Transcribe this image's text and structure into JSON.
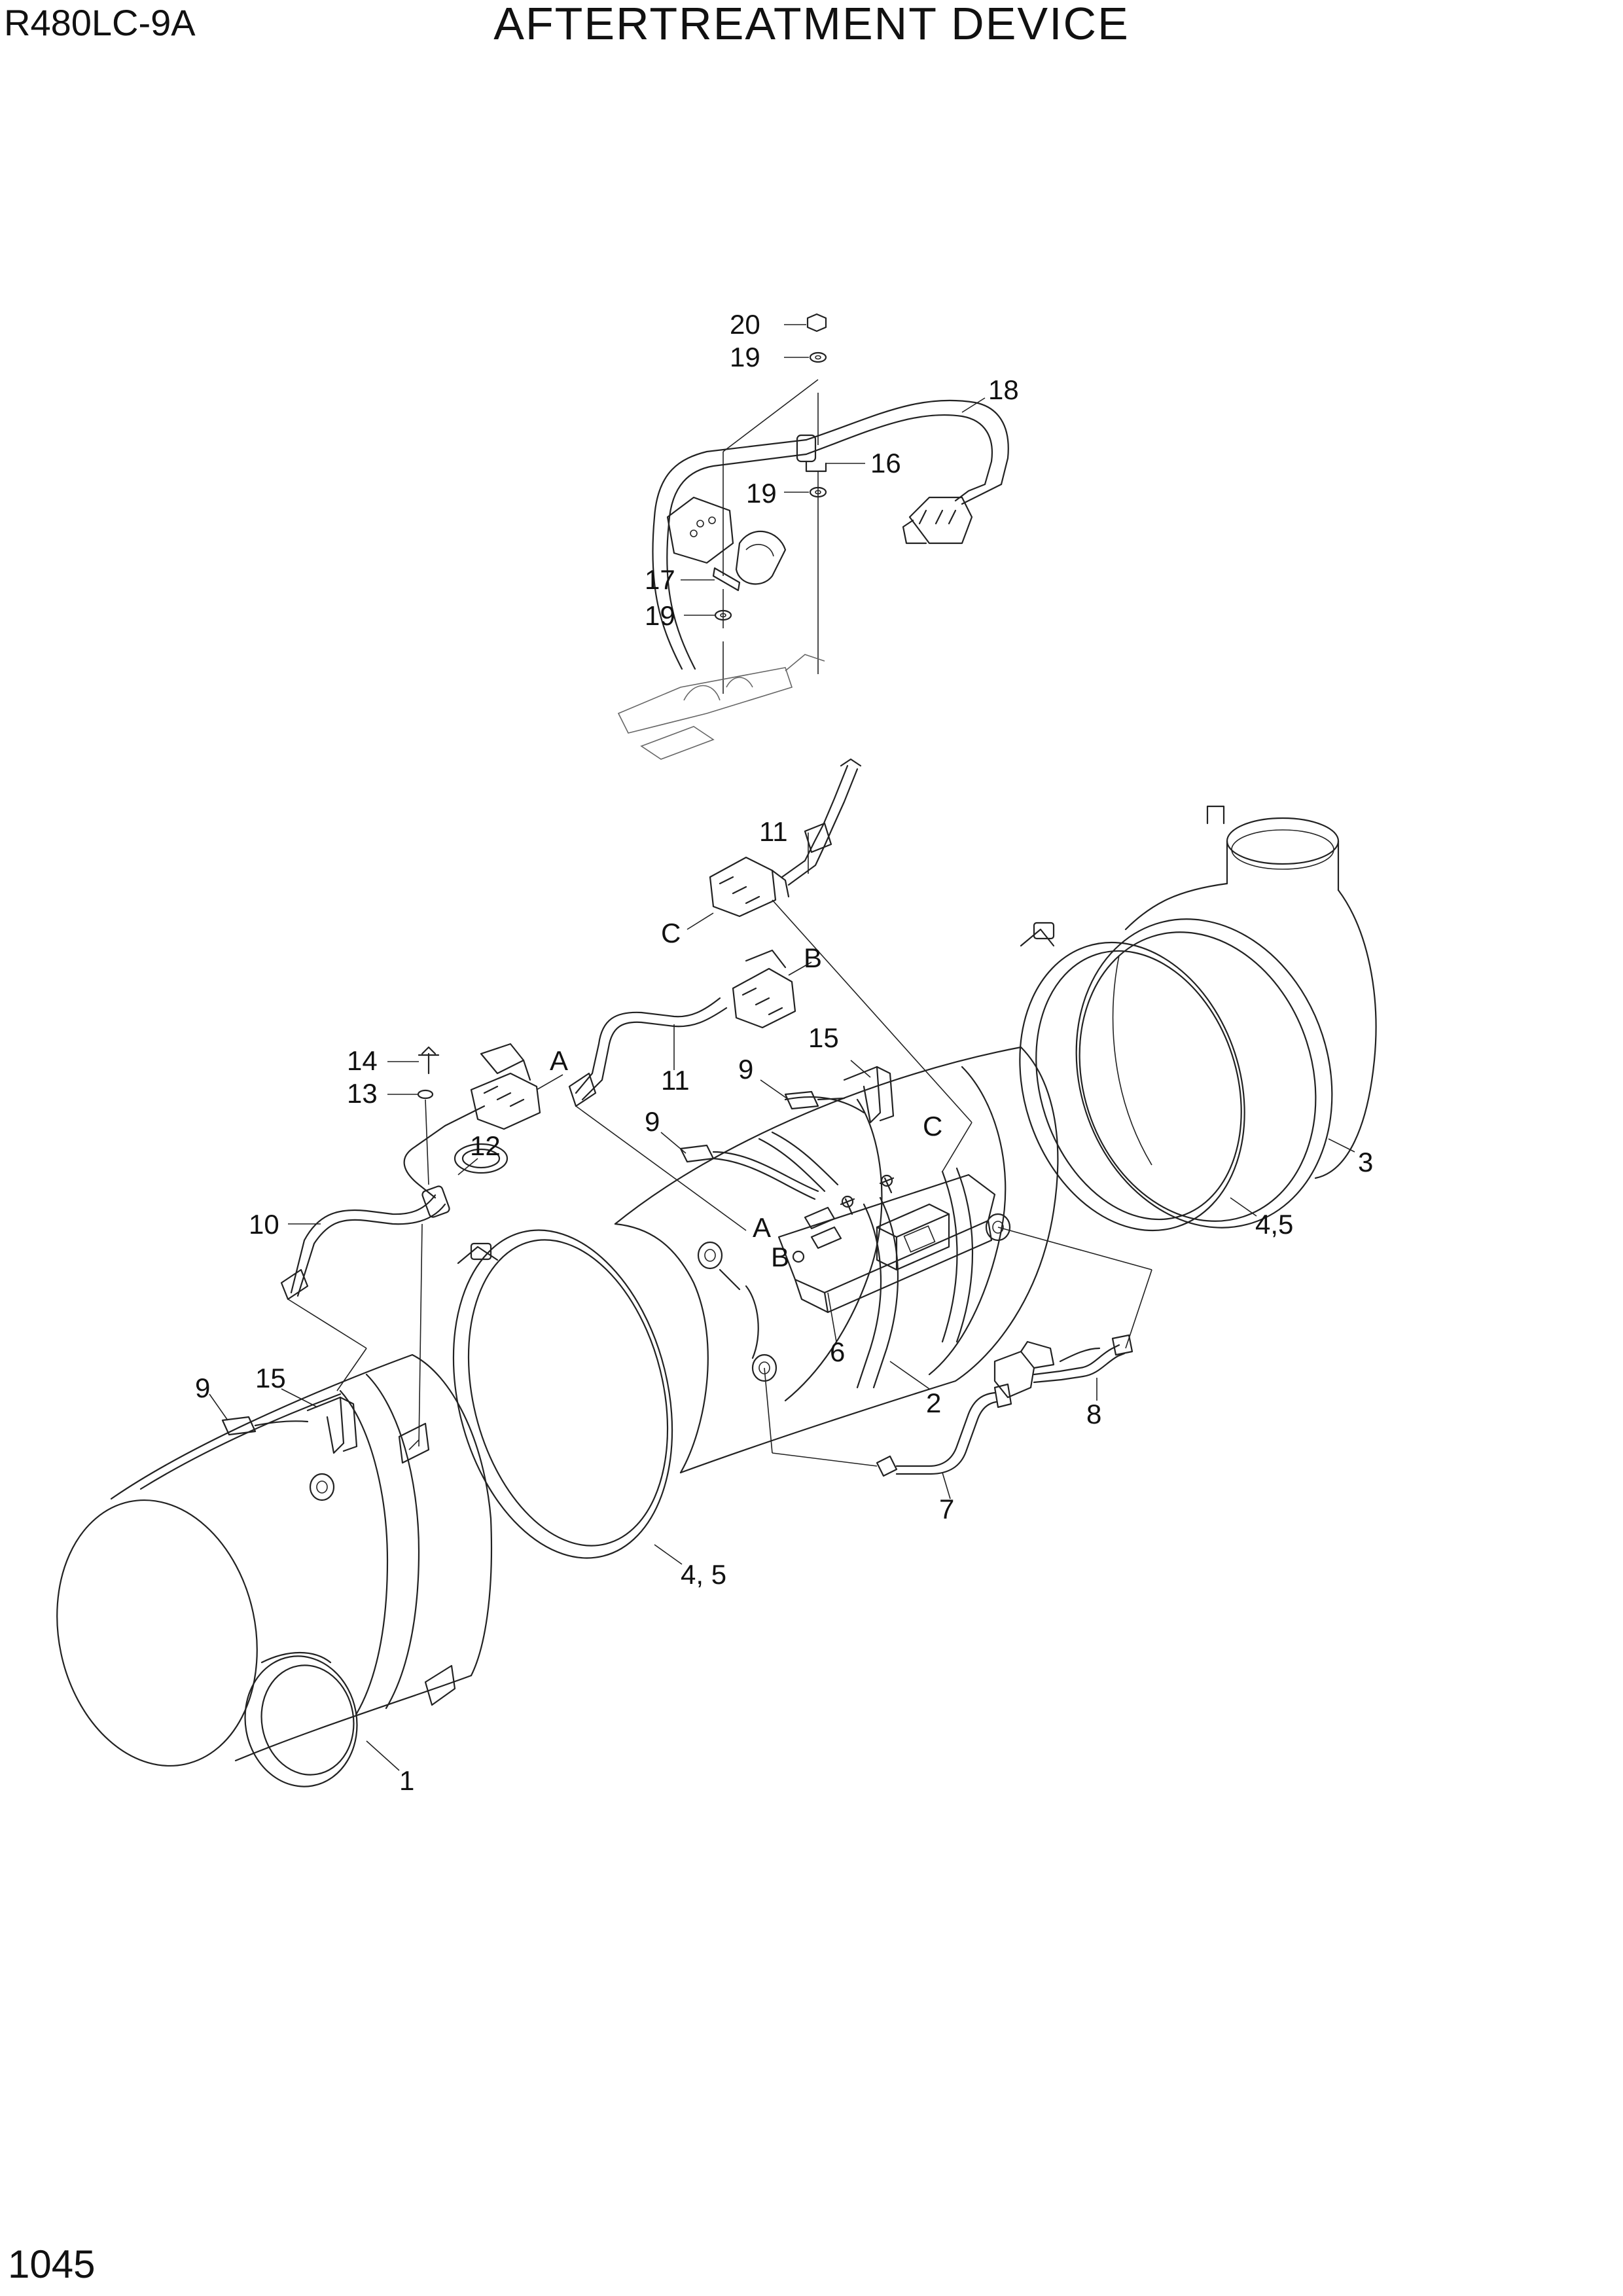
{
  "header": {
    "model": "R480LC-9A",
    "title": "AFTERTREATMENT DEVICE"
  },
  "footer": {
    "page_number": "1045"
  },
  "callouts": {
    "c1": "1",
    "c2": "2",
    "c3": "3",
    "c45a": "4,5",
    "c45b": "4, 5",
    "c6": "6",
    "c7": "7",
    "c8": "8",
    "c9a": "9",
    "c9b": "9",
    "c9c": "9",
    "c10": "10",
    "c11a": "11",
    "c11b": "11",
    "c12": "12",
    "c13": "13",
    "c14": "14",
    "c15a": "15",
    "c15b": "15",
    "c16": "16",
    "c17": "17",
    "c18": "18",
    "c19a": "19",
    "c19b": "19",
    "c19c": "19",
    "c20": "20"
  },
  "connector_labels": {
    "A1": "A",
    "A2": "A",
    "B1": "B",
    "B2": "B",
    "C1": "C",
    "C2": "C"
  }
}
